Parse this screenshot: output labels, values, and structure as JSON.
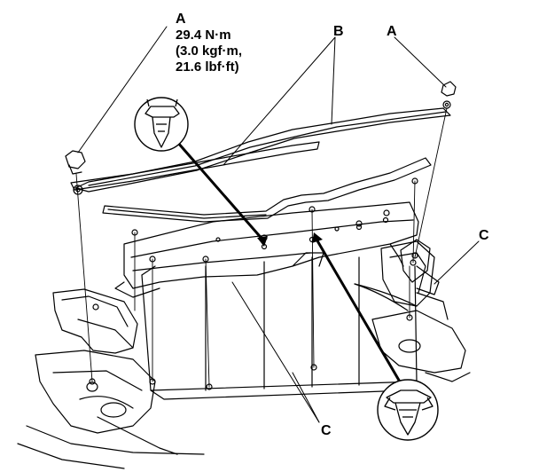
{
  "callouts": {
    "a_left": "A",
    "torque_line1": "29.4 N·m",
    "torque_line2": "(3.0 kgf·m,",
    "torque_line3": "21.6 lbf·ft)",
    "b": "B",
    "a_right": "A",
    "c_right": "C",
    "c_bottom": "C"
  },
  "colors": {
    "ink": "#000000",
    "paper": "#ffffff"
  },
  "icons": [
    "clip-detail-icon",
    "clip-detail-icon",
    "bolt-icon",
    "clip-icon"
  ]
}
